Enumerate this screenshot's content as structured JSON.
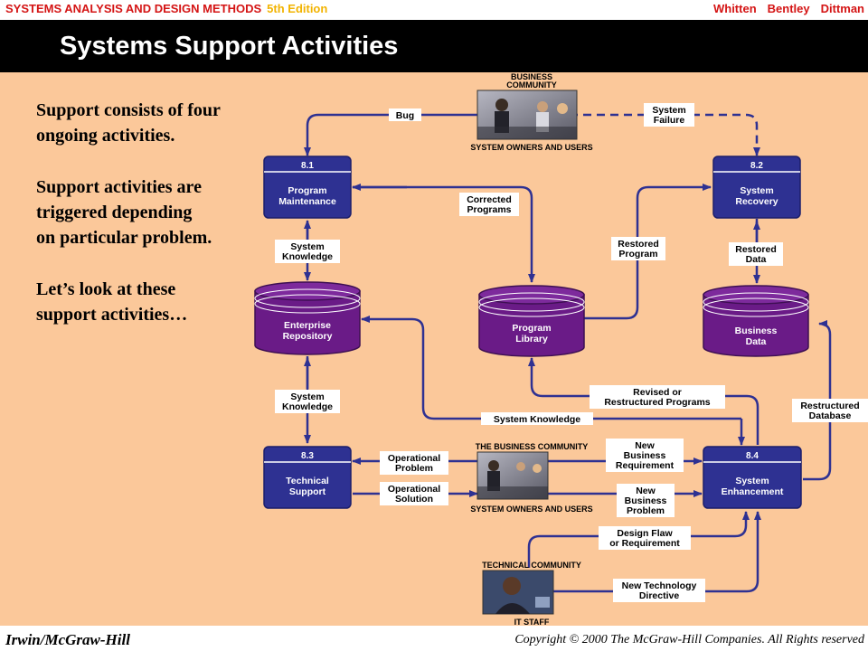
{
  "header": {
    "book_title": "SYSTEMS ANALYSIS AND DESIGN METHODS",
    "edition": "5th Edition",
    "authors": [
      "Whitten",
      "Bentley",
      "Dittman"
    ]
  },
  "slide_title": "Systems Support Activities",
  "body_text": [
    [
      "Support consists of four",
      "ongoing activities."
    ],
    [
      "Support activities are",
      "triggered depending",
      "on particular problem."
    ],
    [
      "Let’s look at these",
      "support activities…"
    ]
  ],
  "footer": {
    "publisher": "Irwin/McGraw-Hill",
    "copyright": "Copyright © 2000 The McGraw-Hill Companies. All Rights reserved"
  },
  "diagram": {
    "processes": [
      {
        "id": "8.1",
        "name": [
          "Program",
          "Maintenance"
        ]
      },
      {
        "id": "8.2",
        "name": [
          "System",
          "Recovery"
        ]
      },
      {
        "id": "8.3",
        "name": [
          "Technical",
          "Support"
        ]
      },
      {
        "id": "8.4",
        "name": [
          "System",
          "Enhancement"
        ]
      }
    ],
    "data_stores": [
      {
        "name": [
          "Enterprise",
          "Repository"
        ]
      },
      {
        "name": [
          "Program",
          "Library"
        ]
      },
      {
        "name": [
          "Business",
          "Data"
        ]
      }
    ],
    "external_agents": {
      "business_top_title": [
        "BUSINESS",
        "COMMUNITY"
      ],
      "business_top_caption": "SYSTEM OWNERS AND USERS",
      "business_mid_title": "THE BUSINESS COMMUNITY",
      "business_mid_caption": "SYSTEM OWNERS AND USERS",
      "technical_title": "TECHNICAL COMMUNITY",
      "technical_caption": "IT STAFF"
    },
    "flows": {
      "bug": [
        "Bug"
      ],
      "system_failure": [
        "System",
        "Failure"
      ],
      "corrected_programs": [
        "Corrected",
        "Programs"
      ],
      "restored_program": [
        "Restored",
        "Program"
      ],
      "restored_data": [
        "Restored",
        "Data"
      ],
      "system_knowledge_top": [
        "System",
        "Knowledge"
      ],
      "system_knowledge_mid": [
        "System",
        "Knowledge"
      ],
      "system_knowledge_long": [
        "System Knowledge"
      ],
      "revised_programs": [
        "Revised or",
        "Restructured Programs"
      ],
      "restructured_database": [
        "Restructured",
        "Database"
      ],
      "operational_problem": [
        "Operational",
        "Problem"
      ],
      "operational_solution": [
        "Operational",
        "Solution"
      ],
      "new_business_requirement": [
        "New",
        "Business",
        "Requirement"
      ],
      "new_business_problem": [
        "New",
        "Business",
        "Problem"
      ],
      "design_flaw": [
        "Design Flaw",
        "or Requirement"
      ],
      "new_technology": [
        "New Technology",
        "Directive"
      ]
    }
  },
  "colors": {
    "background": "#fbc89a",
    "process_fill": "#2e3192",
    "store_fill": "#6a1b87",
    "arrow": "#2e3192",
    "header_red": "#d41414",
    "edition_gold": "#f2b300"
  }
}
